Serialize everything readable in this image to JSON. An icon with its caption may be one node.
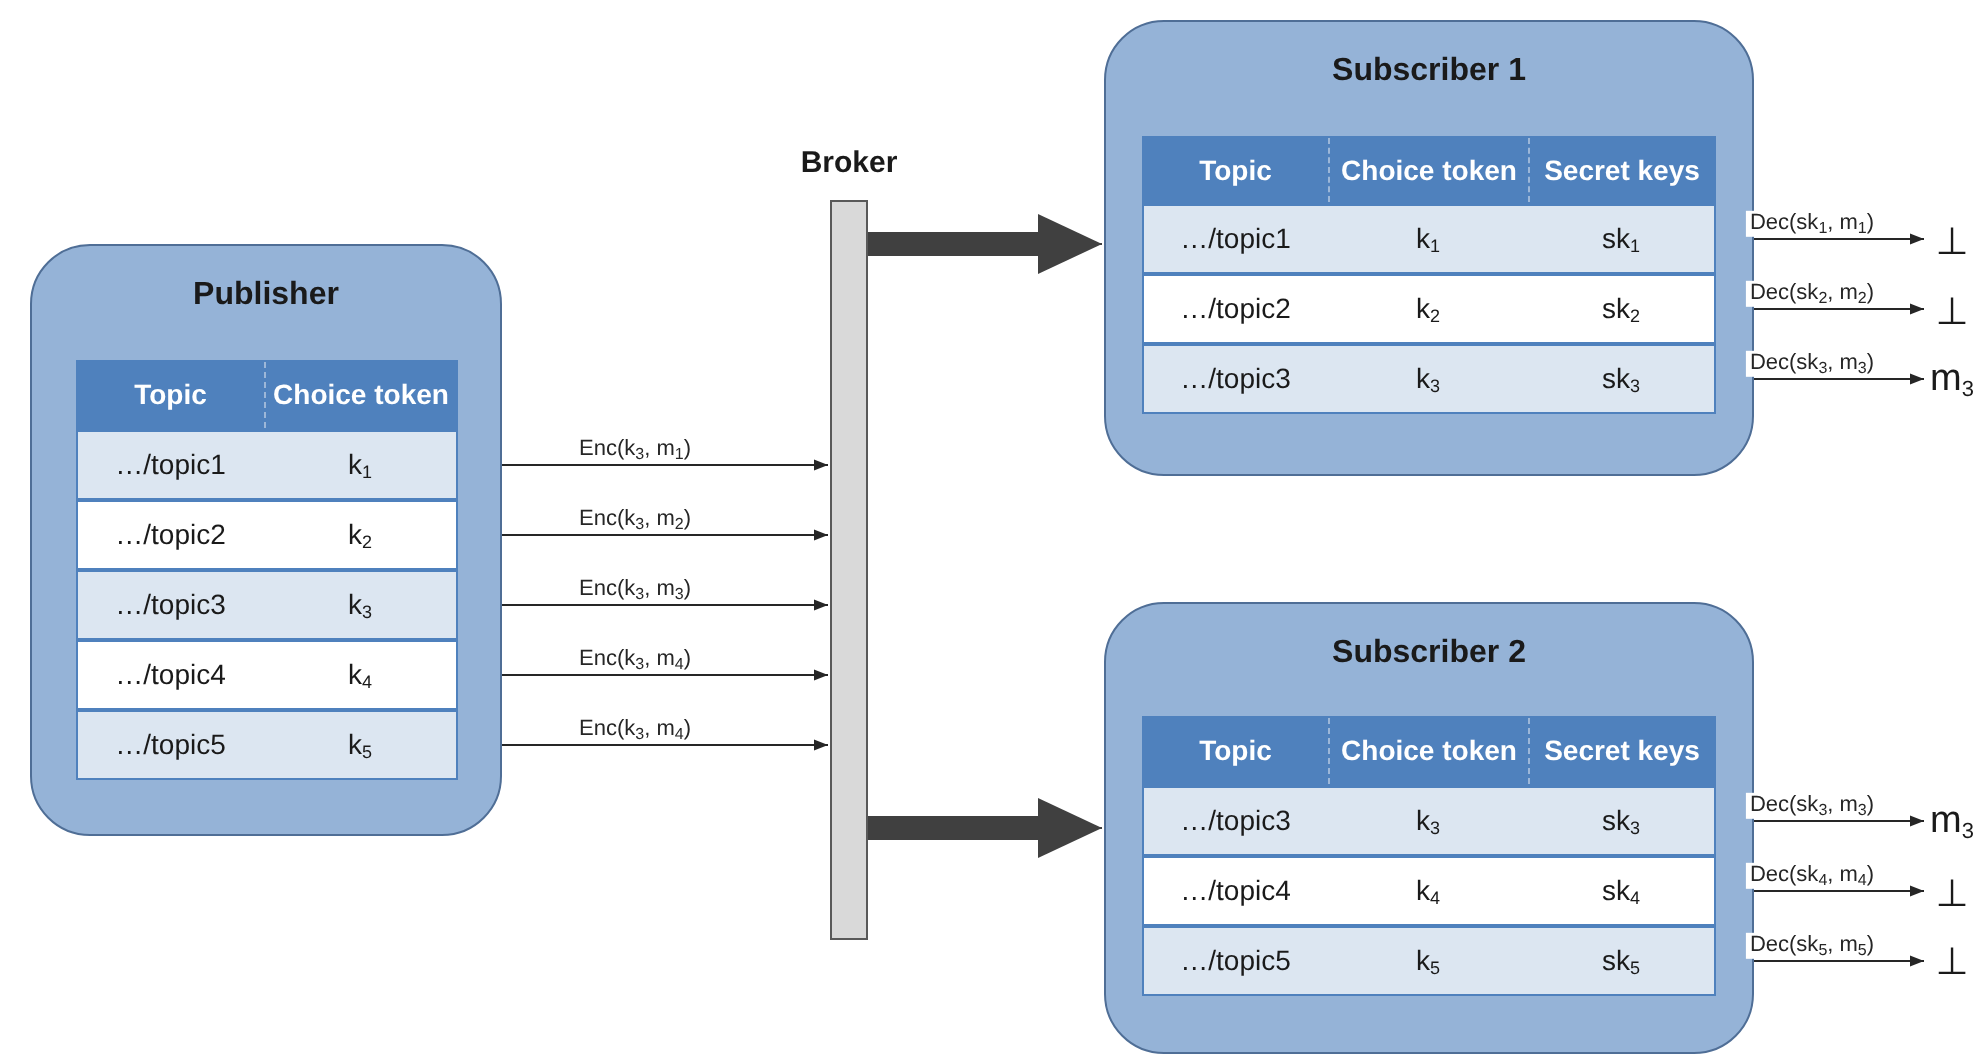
{
  "diagram": {
    "nodes": [
      {
        "text": [
          "Publisher"
        ]
      },
      {
        "text": [
          "Topic",
          "Choice token"
        ],
        "in": 0
      },
      {
        "text": [
          "…/topic1",
          "k$_{1}$"
        ],
        "in": 0
      },
      {
        "text": [
          "…/topic2",
          "k$_{2}$"
        ],
        "in": 0
      },
      {
        "text": [
          "…/topic3",
          "k$_{3}$"
        ],
        "in": 0
      },
      {
        "text": [
          "…/topic4",
          "k$_{4}$"
        ],
        "in": 0
      },
      {
        "text": [
          "…/topic5",
          "k$_{5}$"
        ],
        "in": 0
      },
      {
        "text": [
          "Broker"
        ]
      },
      {
        "text": [
          "Subscriber 1"
        ]
      },
      {
        "text": [
          "Topic",
          "Choice token",
          "Secret keys"
        ],
        "in": 8
      },
      {
        "text": [
          "…/topic1",
          "k$_{1}$",
          "sk$_{1}$"
        ],
        "in": 8
      },
      {
        "text": [
          "…/topic2",
          "k$_{2}$",
          "sk$_{2}$"
        ],
        "in": 8
      },
      {
        "text": [
          "…/topic3",
          "k$_{3}$",
          "sk$_{3}$"
        ],
        "in": 8
      },
      {
        "text": [
          "⊥"
        ]
      },
      {
        "text": [
          "⊥"
        ]
      },
      {
        "text": [
          "m$_{3}$"
        ]
      },
      {
        "text": [
          "Subscriber 2"
        ]
      },
      {
        "text": [
          "Topic",
          "Choice token",
          "Secret keys"
        ],
        "in": 16
      },
      {
        "text": [
          "…/topic3",
          "k$_{3}$",
          "sk$_{3}$"
        ],
        "in": 16
      },
      {
        "text": [
          "…/topic4",
          "k$_{4}$",
          "sk$_{4}$"
        ],
        "in": 16
      },
      {
        "text": [
          "…/topic5",
          "k$_{5}$",
          "sk$_{5}$"
        ],
        "in": 16
      },
      {
        "text": [
          "m$_{3}$"
        ]
      },
      {
        "text": [
          "⊥"
        ]
      },
      {
        "text": [
          "⊥"
        ]
      }
    ],
    "edges": [
      {
        "from": 2,
        "to": 7,
        "arrow": "to",
        "label": "Enc(k$_{3}$, m$_{1}$)"
      },
      {
        "from": 3,
        "to": 7,
        "arrow": "to",
        "label": "Enc(k$_{3}$, m$_{2}$)"
      },
      {
        "from": 4,
        "to": 7,
        "arrow": "to",
        "label": "Enc(k$_{3}$, m$_{3}$)"
      },
      {
        "from": 5,
        "to": 7,
        "arrow": "to",
        "label": "Enc(k$_{3}$, m$_{4}$)"
      },
      {
        "from": 6,
        "to": 7,
        "arrow": "to",
        "label": "Enc(k$_{3}$, m$_{4}$)"
      },
      {
        "from": 7,
        "to": 8,
        "arrow": "to",
        "style": "thick",
        "color": "#404040"
      },
      {
        "from": 7,
        "to": 16,
        "arrow": "to",
        "style": "thick",
        "color": "#404040"
      },
      {
        "from": 10,
        "to": 13,
        "arrow": "to",
        "label": "Dec(sk$_{1}$, m$_{1}$)"
      },
      {
        "from": 11,
        "to": 14,
        "arrow": "to",
        "label": "Dec(sk$_{2}$, m$_{2}$)"
      },
      {
        "from": 12,
        "to": 15,
        "arrow": "to",
        "label": "Dec(sk$_{3}$, m$_{3}$)"
      },
      {
        "from": 18,
        "to": 21,
        "arrow": "to",
        "label": "Dec(sk$_{3}$, m$_{3}$)"
      },
      {
        "from": 19,
        "to": 22,
        "arrow": "to",
        "label": "Dec(sk$_{4}$, m$_{4}$)"
      },
      {
        "from": 20,
        "to": 23,
        "arrow": "to",
        "label": "Dec(sk$_{5}$, m$_{5}$)"
      }
    ]
  }
}
